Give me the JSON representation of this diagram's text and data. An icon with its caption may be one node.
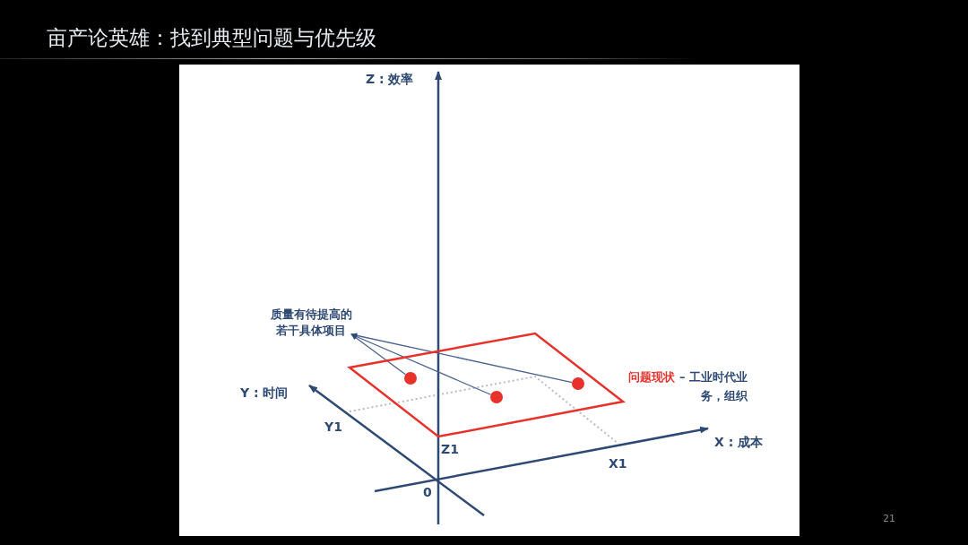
{
  "diagram": {
    "title": "亩产论英雄：找到典型问题与优先级",
    "nodes": [
      {
        "text": [
          "质量有待提高的若干具体项目"
        ]
      },
      {
        "text": [],
        "shape": "parallelogram",
        "beside": [
          "问题现状",
          "– 工业时代业务，组织"
        ]
      },
      {
        "text": [],
        "shape": "circle",
        "in": 1
      },
      {
        "text": [],
        "shape": "circle",
        "in": 1
      },
      {
        "text": [],
        "shape": "circle",
        "in": 1
      }
    ],
    "edges": [
      {
        "from": 2,
        "to": 0,
        "arrow": "to"
      },
      {
        "from": 3,
        "to": 0,
        "arrow": "to"
      },
      {
        "from": 4,
        "to": 0,
        "arrow": "to"
      }
    ],
    "labels": [
      "Z : 效率",
      "Y : 时间",
      "Y1",
      "Z1",
      "X1",
      "X : 成本",
      "0",
      "21"
    ]
  }
}
